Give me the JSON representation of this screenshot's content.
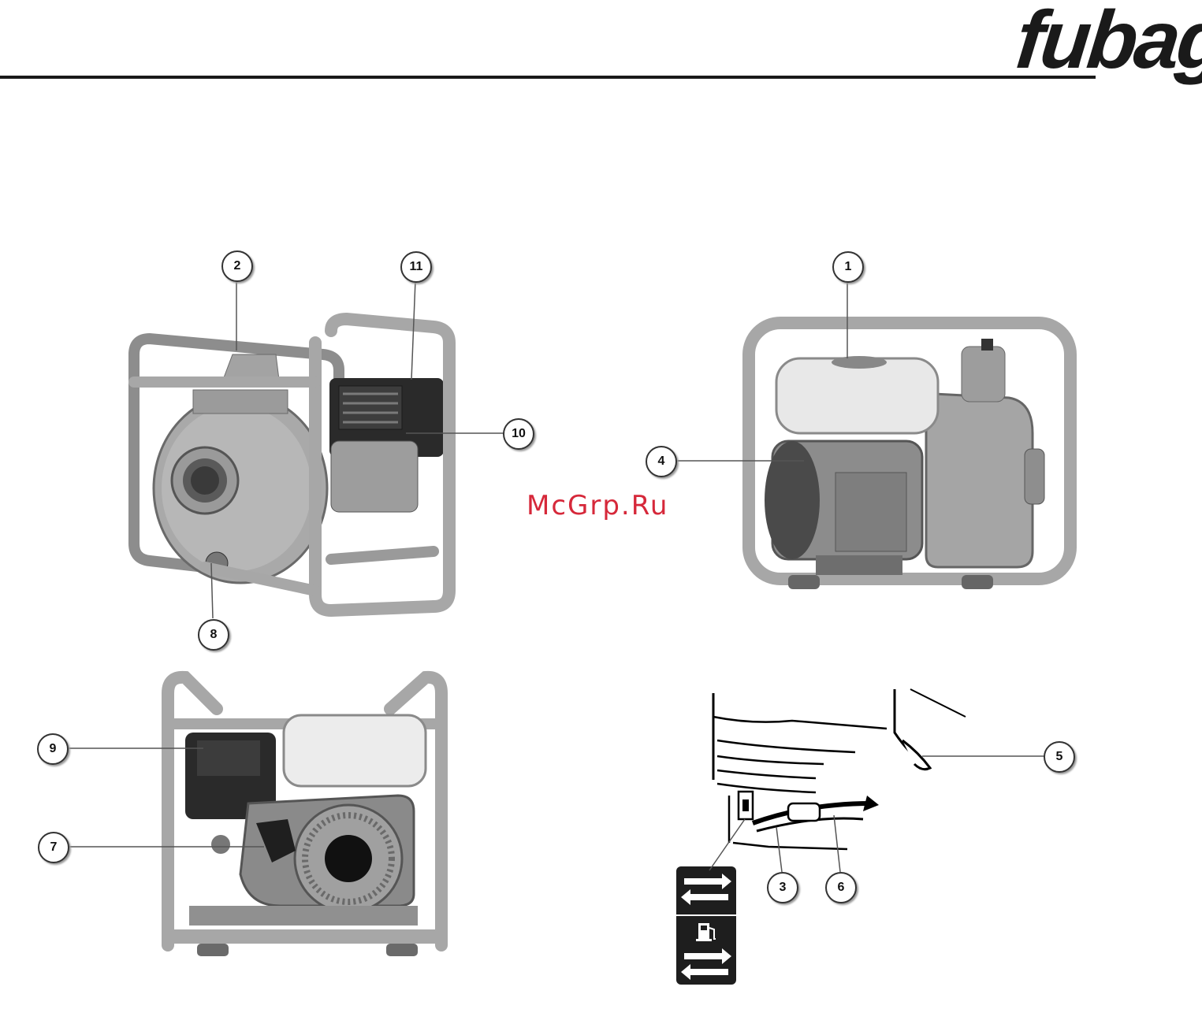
{
  "header": {
    "brand_logo": "fubag"
  },
  "watermark": "McGrp.Ru",
  "callouts": [
    "1",
    "2",
    "3",
    "4",
    "5",
    "6",
    "7",
    "8",
    "9",
    "10",
    "11"
  ],
  "colors": {
    "frame": "#a7a7a7",
    "frame_dark": "#7c7c7c",
    "engine": "#2a2a2a",
    "tank": "#e8e8e8",
    "watermark": "#d6283a",
    "rule": "#1a1a1a"
  },
  "icons": [
    "fuel-pump-icon",
    "arrow-right-icon",
    "arrow-left-icon"
  ]
}
